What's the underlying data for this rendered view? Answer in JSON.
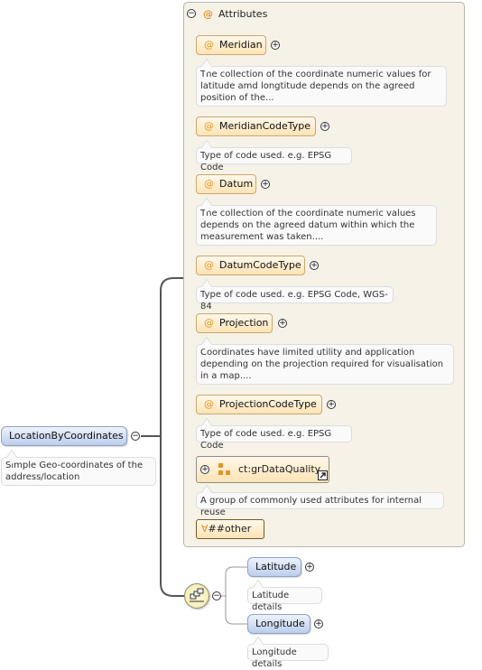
{
  "root": {
    "name": "LocationByCoordinates",
    "doc": "Simple Geo-coordinates of the address/location"
  },
  "attributes_group": {
    "label": "Attributes",
    "items": [
      {
        "name": "Meridian",
        "doc": "The collection of the coordinate numeric values for latitude amd longtitude depends on the agreed position of the..."
      },
      {
        "name": "MeridianCodeType",
        "doc": "Type of code used. e.g. EPSG Code"
      },
      {
        "name": "Datum",
        "doc": "The collection of the coordinate numeric values depends on the agreed datum within which the measurement was taken...."
      },
      {
        "name": "DatumCodeType",
        "doc": "Type of code used. e.g. EPSG Code, WGS-84"
      },
      {
        "name": "Projection",
        "doc": "Coordinates have limited utility and application depending on the projection required for visualisation in a map...."
      },
      {
        "name": "ProjectionCodeType",
        "doc": "Type of code used. e.g. EPSG Code"
      }
    ],
    "group_ref": {
      "name": "ct:grDataQuality",
      "doc": "A group of commonly used attributes for internal reuse"
    },
    "any_attribute": "##other"
  },
  "sequence": {
    "children": [
      {
        "name": "Latitude",
        "doc": "Latitude details"
      },
      {
        "name": "Longitude",
        "doc": "Longitude details"
      }
    ]
  },
  "symbols": {
    "attribute_marker": "@",
    "any_marker": "∀",
    "expand": "+",
    "collapse": "−"
  },
  "colors": {
    "attribute_accent": "#e0962a",
    "element_fill": "#bccdec",
    "panel_fill": "#f6f2e8"
  }
}
